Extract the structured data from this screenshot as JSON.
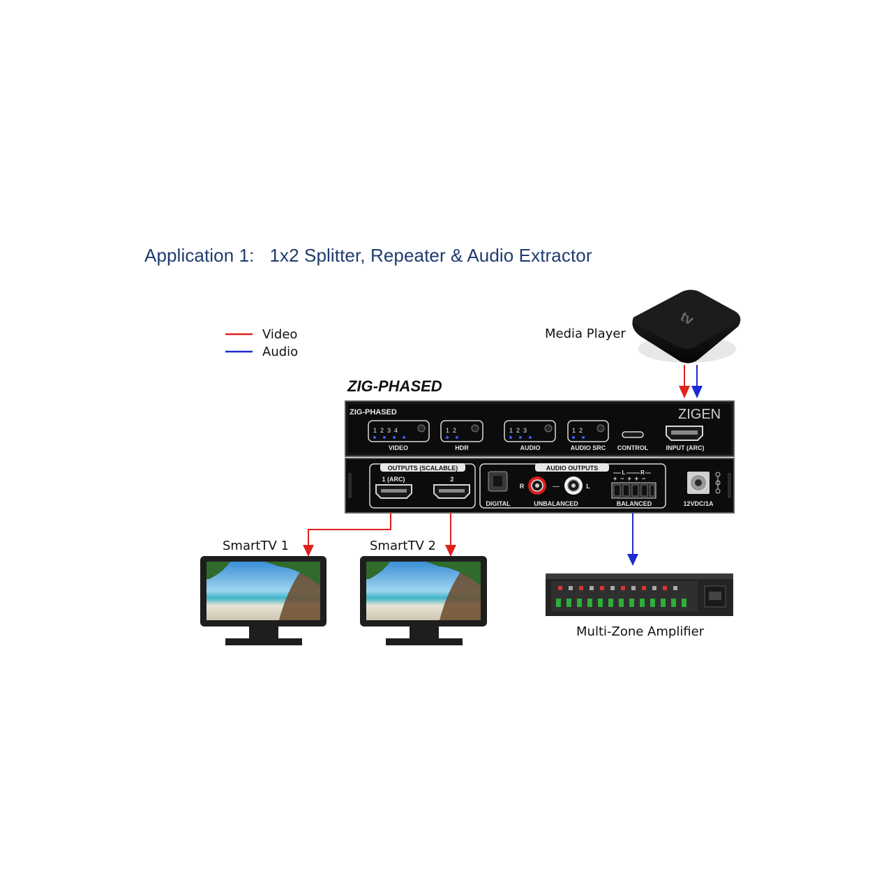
{
  "title": "Application 1:   1x2 Splitter, Repeater & Audio Extractor",
  "legend": [
    {
      "label": "Video",
      "color": "#e0201c"
    },
    {
      "label": "Audio",
      "color": "#1a2bd0"
    }
  ],
  "product_name": "ZIG-PHASED",
  "device_labels": {
    "media_player": "Media Player",
    "tv1": "SmartTV 1",
    "tv2": "SmartTV 2",
    "amplifier": "Multi-Zone Amplifier"
  },
  "front_panel": {
    "model": "ZIG-PHASED",
    "brand": "ZIGEN",
    "video_nums": "1  2  3  4",
    "video_label": "VIDEO",
    "hdr_nums": "1  2",
    "hdr_label": "HDR",
    "audio_nums": "1  2  3",
    "audio_label": "AUDIO",
    "audio_src_nums": "1  2",
    "audio_src_label": "AUDIO SRC",
    "control_label": "CONTROL",
    "input_label": "INPUT (ARC)"
  },
  "rear_panel": {
    "outputs_title": "OUTPUTS (SCALABLE)",
    "output1_label": "1 (ARC)",
    "output2_label": "2",
    "audio_outputs_title": "AUDIO OUTPUTS",
    "digital_label": "DIGITAL",
    "unbalanced_label": "UNBALANCED",
    "r_label": "R",
    "dash_label": "—",
    "l_label": "L",
    "balanced_label": "BALANCED",
    "bal_l": "L",
    "bal_r": "R",
    "bal_signs": "+  −  +  +  −",
    "power_label": "12VDC/1A"
  },
  "media_player_logo": "tv",
  "icons": [
    "apple-tv-icon",
    "television-icon",
    "amplifier-icon",
    "arrow-down-icon"
  ]
}
